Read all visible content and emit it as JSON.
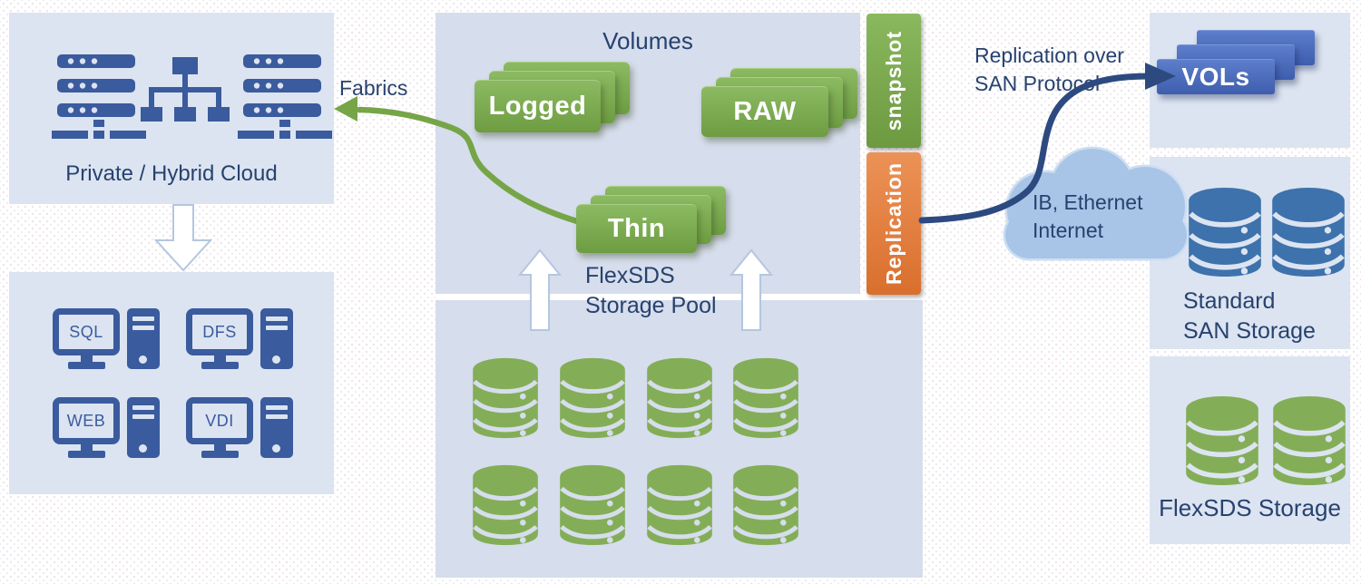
{
  "private_cloud_box": {
    "label": "Private / Hybrid Cloud"
  },
  "apps_box": {
    "computers": [
      {
        "label": "SQL"
      },
      {
        "label": "DFS"
      },
      {
        "label": "WEB"
      },
      {
        "label": "VDI"
      }
    ]
  },
  "fabrics": {
    "label": "Fabrics"
  },
  "volumes_box": {
    "title": "Volumes",
    "cards": {
      "logged": "Logged",
      "raw": "RAW",
      "thin": "Thin"
    }
  },
  "pool_box": {
    "label_line1": "FlexSDS",
    "label_line2": "Storage Pool"
  },
  "side_tabs": {
    "snapshot": "snapshot",
    "replication": "Replication"
  },
  "replication_link": {
    "line1": "Replication over",
    "line2": "SAN Protocol"
  },
  "cloud": {
    "line1": "IB, Ethernet",
    "line2": "Internet"
  },
  "vols_box": {
    "card_label": "VOLs"
  },
  "san_box": {
    "line1": "Standard",
    "line2": "SAN Storage"
  },
  "flexsds_box": {
    "label": "FlexSDS Storage"
  },
  "colors": {
    "icon_navy": "#3a5b9d",
    "text_navy": "#27426f",
    "green_card": "#7aa94f",
    "orange_tab": "#de7a35",
    "blue_card": "#4a69bb",
    "pool_cylinder_green": "#83ae57",
    "san_cylinder_blue": "#3d72ac",
    "cloud_fill": "#a8c5e7",
    "green_arrow": "#76a548",
    "blue_arrow": "#2d4a80",
    "outer_box_bg": "#dce4f1",
    "middle_box_bg": "#d6ddec"
  }
}
